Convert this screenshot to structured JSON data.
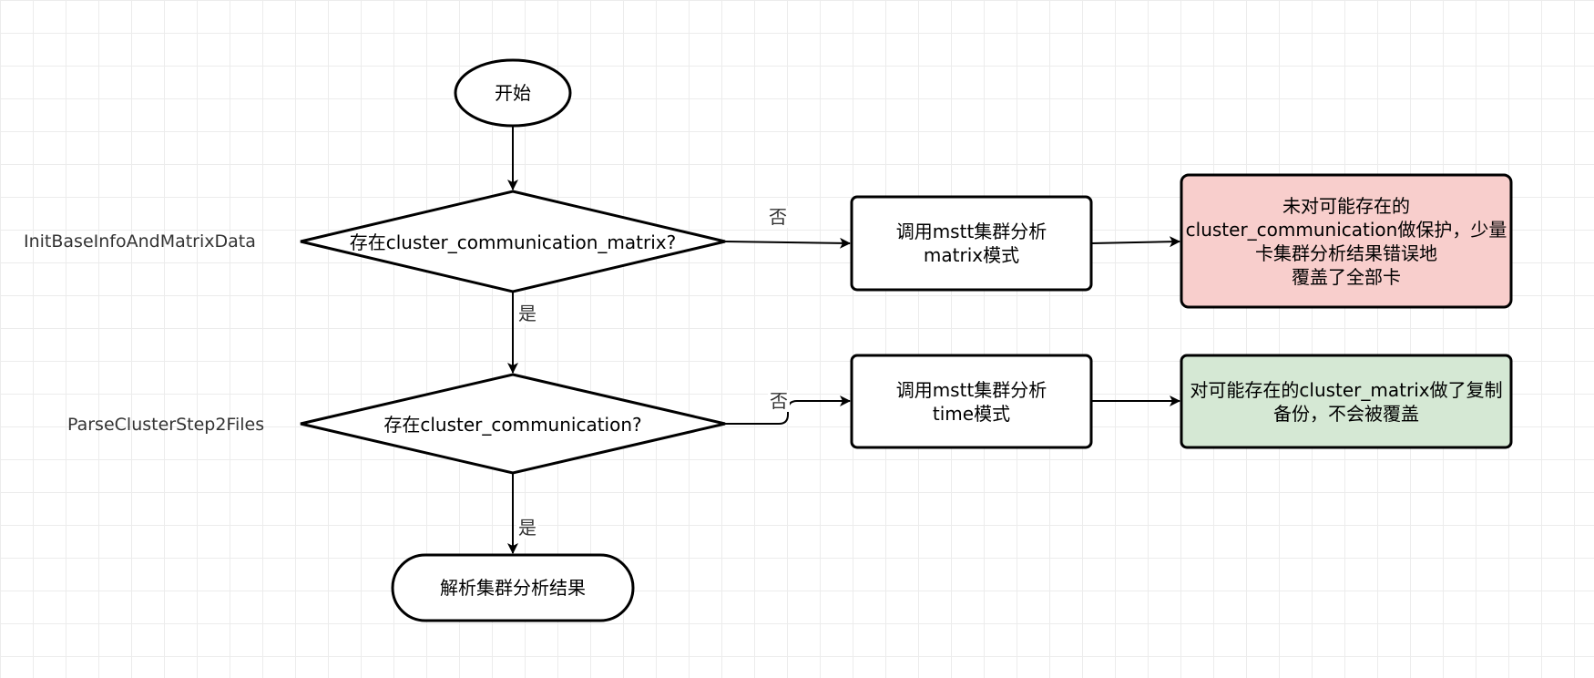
{
  "nodes": {
    "start": {
      "label": "开始"
    },
    "decision_matrix": {
      "label": "存在cluster_communication_matrix?"
    },
    "decision_comm": {
      "label": "存在cluster_communication?"
    },
    "end": {
      "label": "解析集群分析结果"
    },
    "call_matrix": {
      "label": "调用mstt集群分析\nmatrix模式"
    },
    "call_time": {
      "label": "调用mstt集群分析\ntime模式"
    },
    "note_bad": {
      "label": "未对可能存在的\ncluster_communication做保护，少量\n卡集群分析结果错误地\n覆盖了全部卡"
    },
    "note_good": {
      "label": "对可能存在的cluster_matrix做了复制\n备份，不会被覆盖"
    }
  },
  "side_labels": {
    "step1": "InitBaseInfoAndMatrixData",
    "step2": "ParseClusterStep2Files"
  },
  "edge_labels": {
    "no_1": "否",
    "yes_1": "是",
    "no_2": "否",
    "yes_2": "是"
  },
  "colors": {
    "note_bad_fill": "#f8cecc",
    "note_good_fill": "#d5e8d4",
    "stroke": "#000000"
  }
}
